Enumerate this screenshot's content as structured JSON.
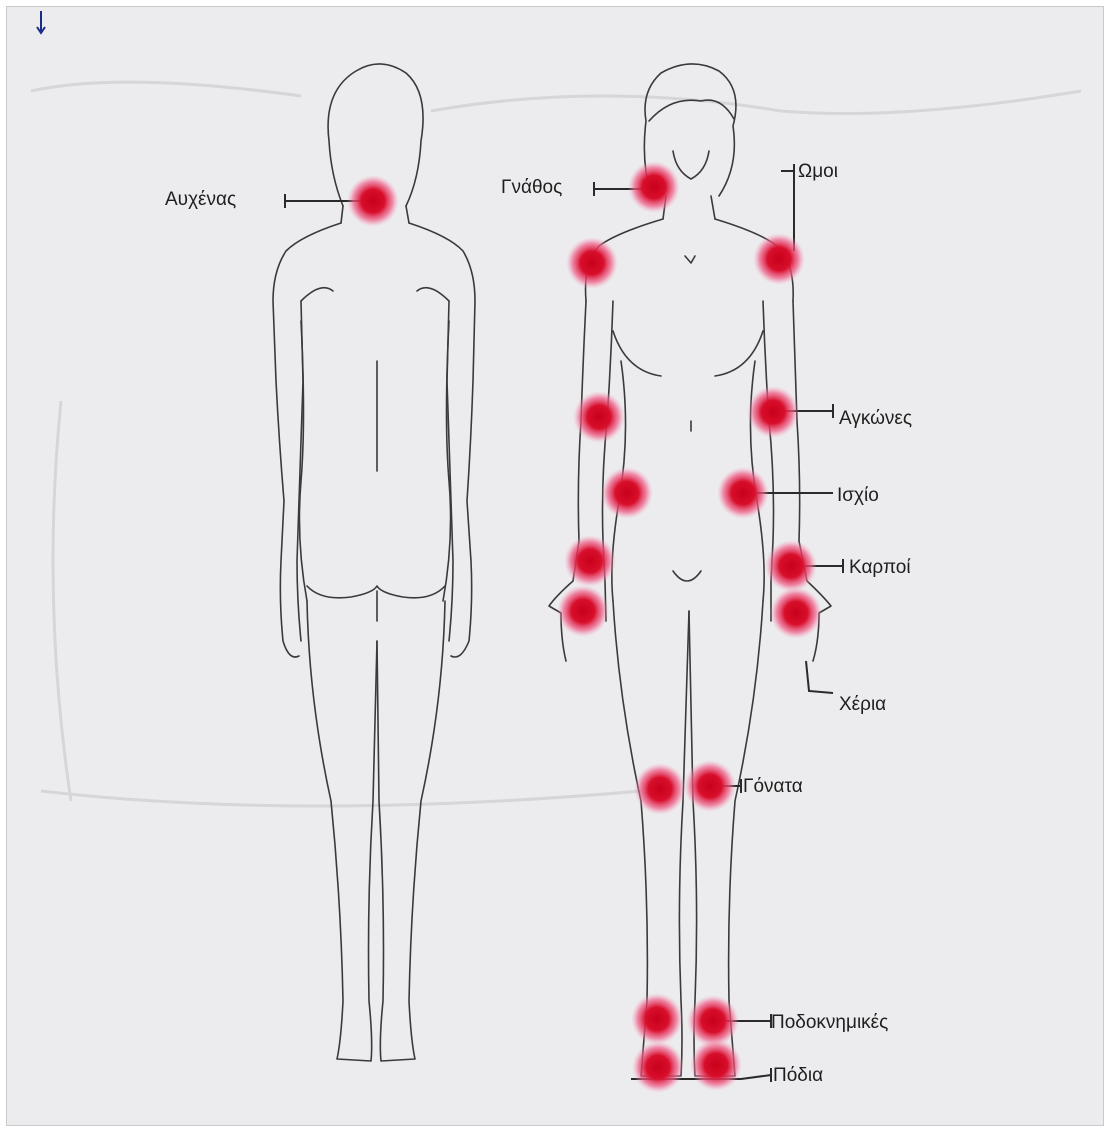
{
  "labels": {
    "neck": "Αυχένας",
    "jaw": "Γνάθος",
    "shoulders": "Ωμοι",
    "elbows": "Αγκώνες",
    "hips": "Ισχίο",
    "wrists": "Καρποί",
    "hands": "Χέρια",
    "knees": "Γόνατα",
    "ankles": "Ποδοκνημικές",
    "feet": "Πόδια"
  },
  "colors": {
    "background": "#ececee",
    "outline": "#3a3a3a",
    "spot": "#d4001e",
    "spot_glow": "#f07aa0",
    "leader": "#2a2a2a"
  }
}
